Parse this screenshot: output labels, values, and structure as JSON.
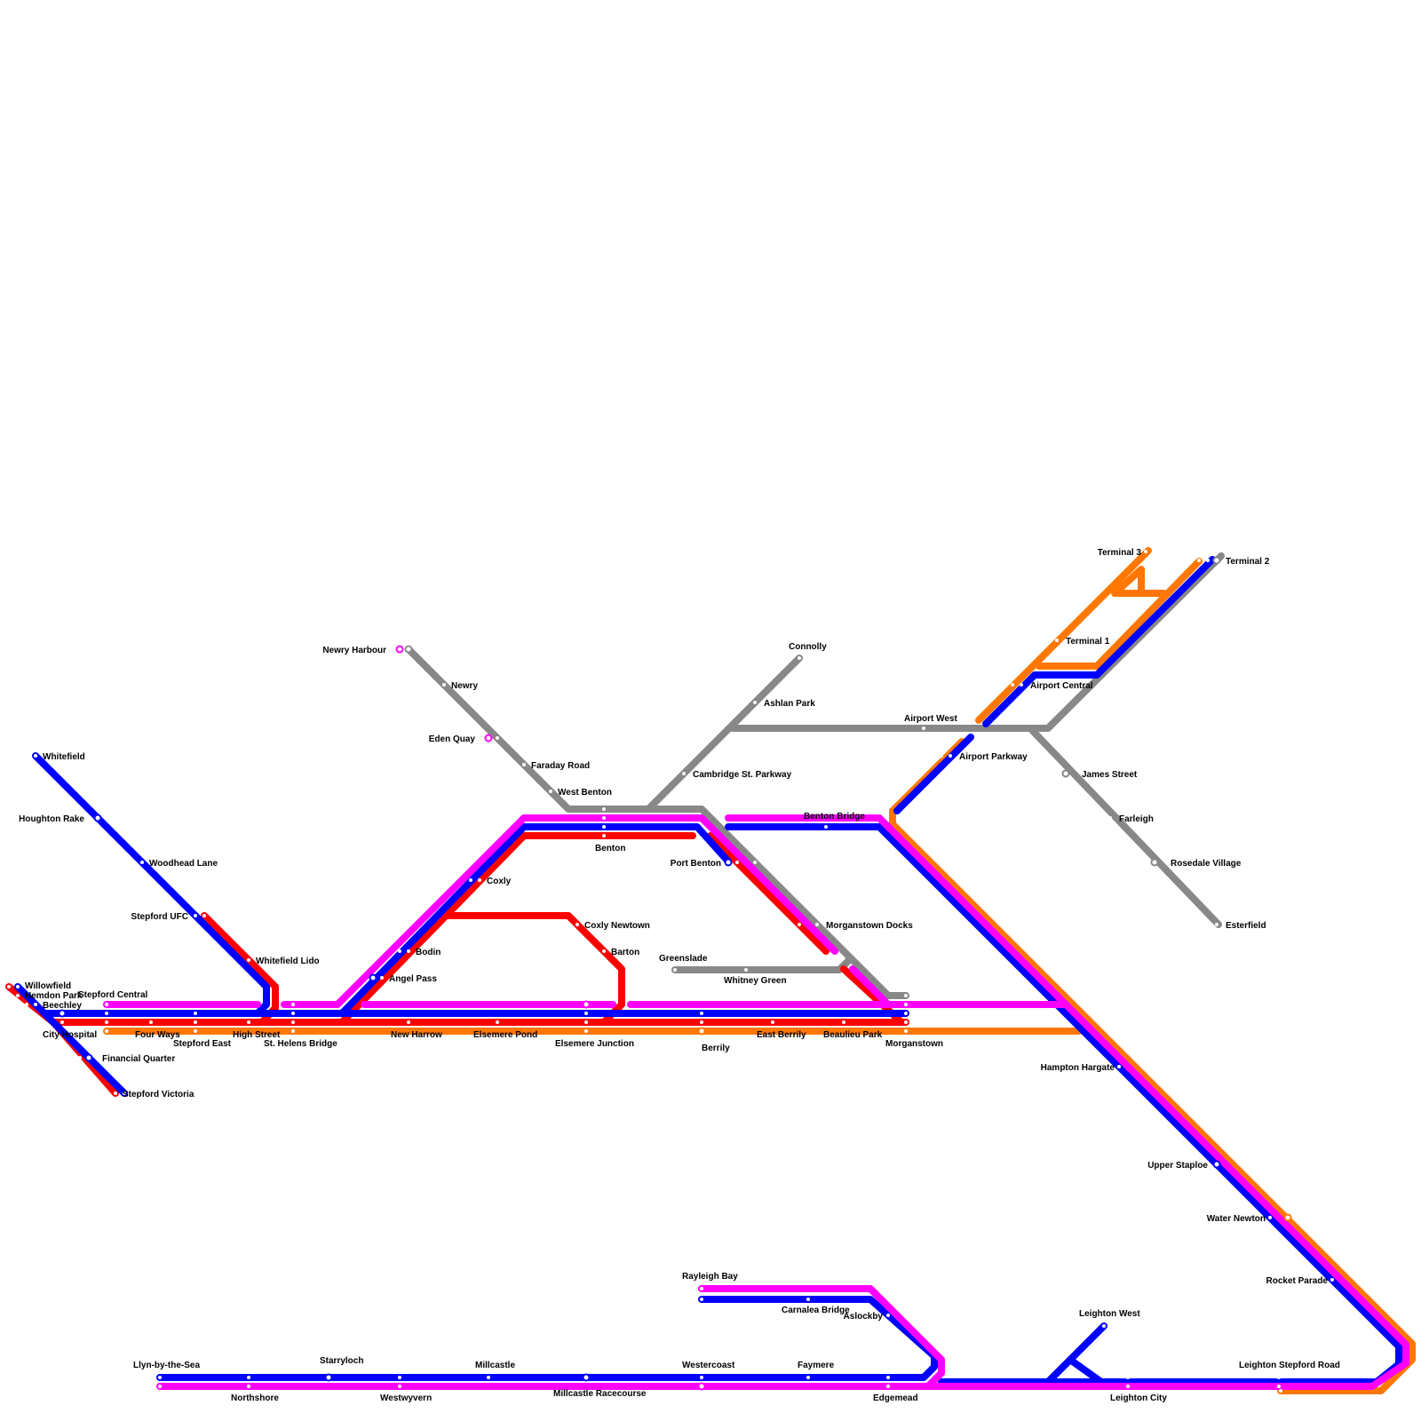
{
  "lines": [
    {
      "name": "grey",
      "color": "#888888"
    },
    {
      "name": "orange",
      "color": "#ff7700"
    },
    {
      "name": "red",
      "color": "#ff0000"
    },
    {
      "name": "blue",
      "color": "#0000ff"
    },
    {
      "name": "magenta",
      "color": "#ff00ff"
    }
  ],
  "stations": {
    "whitefield": "Whitefield",
    "houghton_rake": "Houghton Rake",
    "woodhead_lane": "Woodhead Lane",
    "stepford_ufc": "Stepford UFC",
    "whitefield_lido": "Whitefield Lido",
    "willowfield": "Willowfield",
    "hemdon_park": "Hemdon Park",
    "beechley": "Beechley",
    "stepford_central": "Stepford Central",
    "city_hospital": "City Hospital",
    "four_ways": "Four Ways",
    "stepford_east": "Stepford East",
    "high_street": "High Street",
    "st_helens_bridge": "St. Helens Bridge",
    "financial_quarter": "Financial Quarter",
    "stepford_victoria": "Stepford Victoria",
    "newry_harbour": "Newry Harbour",
    "newry": "Newry",
    "eden_quay": "Eden Quay",
    "faraday_road": "Faraday Road",
    "west_benton": "West Benton",
    "benton": "Benton",
    "coxly": "Coxly",
    "coxly_newtown": "Coxly Newtown",
    "bodin": "Bodin",
    "barton": "Barton",
    "angel_pass": "Angel Pass",
    "new_harrow": "New Harrow",
    "elsemere_pond": "Elsemere Pond",
    "elsemere_junction": "Elsemere Junction",
    "berrily": "Berrily",
    "east_berrily": "East Berrily",
    "beaulieu_park": "Beaulieu Park",
    "morganstown": "Morganstown",
    "greenslade": "Greenslade",
    "whitney_green": "Whitney Green",
    "morganstown_docks": "Morganstown Docks",
    "port_benton": "Port Benton",
    "connolly": "Connolly",
    "ashlan_park": "Ashlan Park",
    "cambridge_st_parkway": "Cambridge St. Parkway",
    "airport_west": "Airport West",
    "benton_bridge": "Benton Bridge",
    "airport_parkway": "Airport Parkway",
    "airport_central": "Airport Central",
    "terminal_1": "Terminal 1",
    "terminal_3": "Terminal 3",
    "terminal_2": "Terminal 2",
    "james_street": "James Street",
    "farleigh": "Farleigh",
    "rosedale_village": "Rosedale Village",
    "esterfield": "Esterfield",
    "hampton_hargate": "Hampton Hargate",
    "upper_staploe": "Upper Staploe",
    "water_newton": "Water Newton",
    "rocket_parade": "Rocket Parade",
    "leighton_stepford_road": "Leighton Stepford Road",
    "leighton_west": "Leighton West",
    "leighton_city": "Leighton City",
    "rayleigh_bay": "Rayleigh Bay",
    "carnalea_bridge": "Carnalea Bridge",
    "aslockby": "Aslockby",
    "edgemead": "Edgemead",
    "faymere": "Faymere",
    "westercoast": "Westercoast",
    "millcastle_racecourse": "Millcastle Racecourse",
    "millcastle": "Millcastle",
    "westwyvern": "Westwyvern",
    "starryloch": "Starryloch",
    "northshore": "Northshore",
    "llyn_by_the_sea": "Llyn-by-the-Sea"
  }
}
